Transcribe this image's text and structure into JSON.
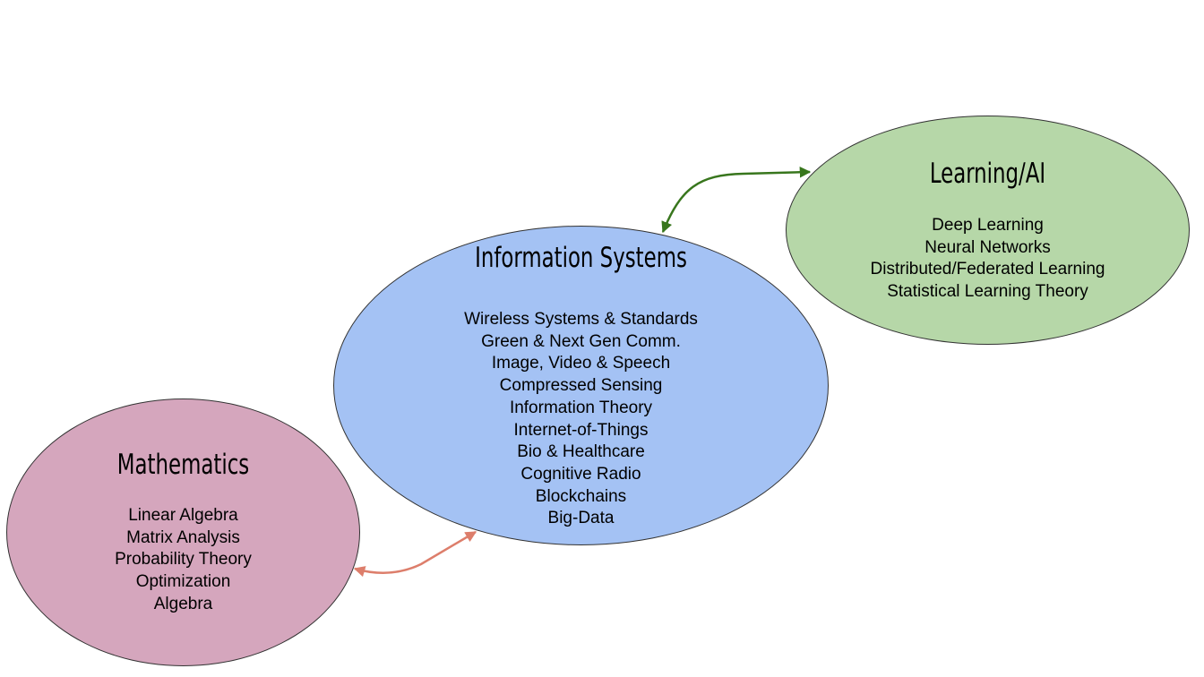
{
  "nodes": {
    "information_systems": {
      "title": "Information Systems",
      "color": "#a4c2f4",
      "items": [
        "Wireless Systems & Standards",
        "Green & Next Gen Comm.",
        "Image, Video & Speech",
        "Compressed Sensing",
        "Information Theory",
        "Internet-of-Things",
        "Bio & Healthcare",
        "Cognitive Radio",
        "Blockchains",
        "Big-Data"
      ]
    },
    "learning_ai": {
      "title": "Learning/AI",
      "color": "#b6d7a8",
      "items": [
        "Deep Learning",
        "Neural Networks",
        "Distributed/Federated Learning",
        "Statistical Learning Theory"
      ]
    },
    "mathematics": {
      "title": "Mathematics",
      "color": "#d5a6bd",
      "items": [
        "Linear Algebra",
        "Matrix Analysis",
        "Probability Theory",
        "Optimization",
        "Algebra"
      ]
    }
  },
  "connectors": [
    {
      "from": "information_systems",
      "to": "learning_ai",
      "direction": "both",
      "color": "#38761d"
    },
    {
      "from": "mathematics",
      "to": "information_systems",
      "direction": "both",
      "color": "#dd7e6b"
    }
  ]
}
